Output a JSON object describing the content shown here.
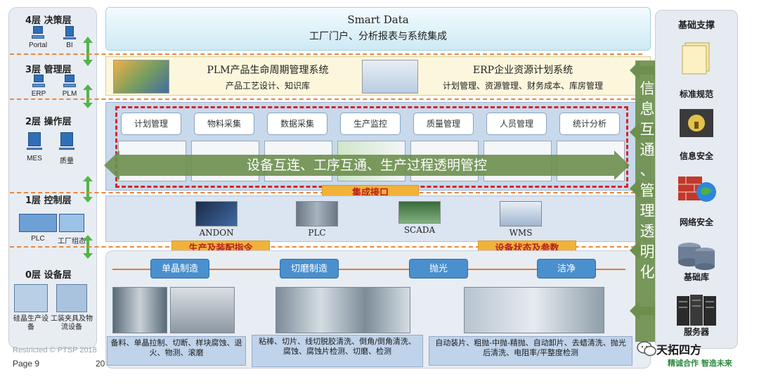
{
  "left_column": {
    "layers": [
      {
        "title": "4层 决策层",
        "devices": [
          "Portal",
          "BI"
        ]
      },
      {
        "title": "3层 管理层",
        "devices": [
          "ERP",
          "PLM"
        ]
      },
      {
        "title": "2层 操作层",
        "devices": [
          "MES",
          "质量"
        ]
      },
      {
        "title": "1层 控制层",
        "devices": [
          "PLC",
          "工厂组态"
        ]
      },
      {
        "title": "0层 设备层",
        "devices": [
          "硅晶生产设备",
          "工装夹具及物流设备"
        ]
      }
    ]
  },
  "top_banner": {
    "title": "Smart Data",
    "subtitle": "工厂门户、分析报表与系统集成"
  },
  "management": {
    "plm_title": "PLM产品生命周期管理系统",
    "plm_sub": "产品工艺设计、知识库",
    "erp_title": "ERP企业资源计划系统",
    "erp_sub": "计划管理、资源管理、财务成本、库房管理"
  },
  "operations": {
    "modules": [
      "计划管理",
      "物料采集",
      "数据采集",
      "生产监控",
      "质量管理",
      "人员管理",
      "统计分析"
    ],
    "banner": "设备互连、工序互通、生产过程透明管控",
    "interface_tag": "集成接口"
  },
  "control": {
    "items": [
      "ANDON",
      "PLC",
      "SCADA",
      "WMS"
    ],
    "tag_left": "生产及装配指令",
    "tag_right": "设备状态及参数"
  },
  "equipment": {
    "processes": [
      "单晶制造",
      "切磨制造",
      "抛光",
      "洁净"
    ],
    "desc1": "备料、单晶拉制、切断、样块腐蚀、退火、物测、滚磨",
    "desc2": "粘棒、切片、线切脱胶清洗、倒角/倒角清洗、腐蚀、腐蚀片检测、切磨、检测",
    "desc3": "自动装片、粗抛-中抛-精抛、自动卸片、去蜡清洗、抛光后清洗、电阻率/平整度检测"
  },
  "vertical_band": {
    "text": [
      "信",
      "息",
      "互",
      "通",
      "、",
      "管",
      "理",
      "透",
      "明",
      "化"
    ]
  },
  "right_column": {
    "title": "基础支撑",
    "items": [
      "标准规范",
      "信息安全",
      "网络安全",
      "基础库",
      "服务器"
    ]
  },
  "footer": {
    "page": "Page 9",
    "restricted": "Restricted © PTSP 2018",
    "page_num": "20",
    "brand_name": "天拓四方",
    "brand_slogan": "精诚合作 智造未来"
  },
  "colors": {
    "accent_orange": "#f2b23a",
    "tag_red": "#b91f1f",
    "band_green": "#6d8f4e",
    "dash_red": "#d8242b",
    "process_blue": "#4a8fce"
  }
}
